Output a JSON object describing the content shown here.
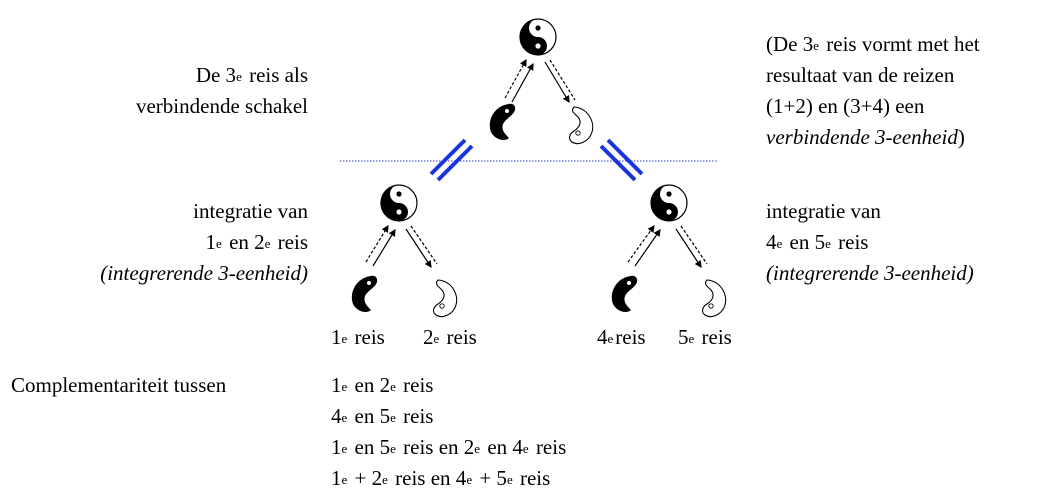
{
  "top_left": {
    "line1_a": "De 3",
    "line1_sup": "e",
    "line1_b": " reis als",
    "line2": "verbindende schakel"
  },
  "top_right": {
    "line1_a": "(De 3",
    "line1_sup": "e",
    "line1_b": " reis vormt met het",
    "line2": "resultaat van de reizen",
    "line3": "(1+2) en (3+4) een",
    "line4_italic": "verbindende 3-eenheid",
    "line4_tail": ")"
  },
  "left_integration": {
    "line1": "integratie van",
    "line2_a": "1",
    "line2_sup1": "e",
    "line2_b": " en 2",
    "line2_sup2": "e",
    "line2_c": " reis",
    "line3": "(integrerende 3-eenheid)"
  },
  "right_integration": {
    "line1": "integratie van",
    "line2_a": "4",
    "line2_sup1": "e",
    "line2_b": " en 5",
    "line2_sup2": "e",
    "line2_c": " reis",
    "line3": "(integrerende 3-eenheid)"
  },
  "leaf_labels": [
    {
      "num": "1",
      "sup": "e",
      "word": " reis"
    },
    {
      "num": "2",
      "sup": "e",
      "word": " reis"
    },
    {
      "num": "4",
      "sup": "e",
      "word": "reis"
    },
    {
      "num": "5",
      "sup": "e",
      "word": " reis"
    }
  ],
  "complementarity": {
    "heading": "Complementariteit tussen",
    "rows": [
      {
        "a": "1",
        "s1": "e",
        "b": " en 2",
        "s2": "e",
        "c": " reis"
      },
      {
        "a": "4",
        "s1": "e",
        "b": " en 5",
        "s2": "e",
        "c": " reis"
      },
      {
        "a": "1",
        "s1": "e",
        "b": " en 5",
        "s2": "e",
        "c": " reis en 2",
        "s3": "e",
        "d": " en 4",
        "s4": "e",
        "e": " reis"
      },
      {
        "a": "1",
        "s1": "e",
        "b": " + 2",
        "s2": "e",
        "c": " reis en 4",
        "s3": "e",
        "d": " + 5",
        "s4": "e",
        "e": " reis"
      }
    ]
  },
  "colors": {
    "text": "#000000",
    "double_line": "#1a35e0",
    "dotted_line": "#2b3ad8",
    "symbol": "#000000"
  }
}
